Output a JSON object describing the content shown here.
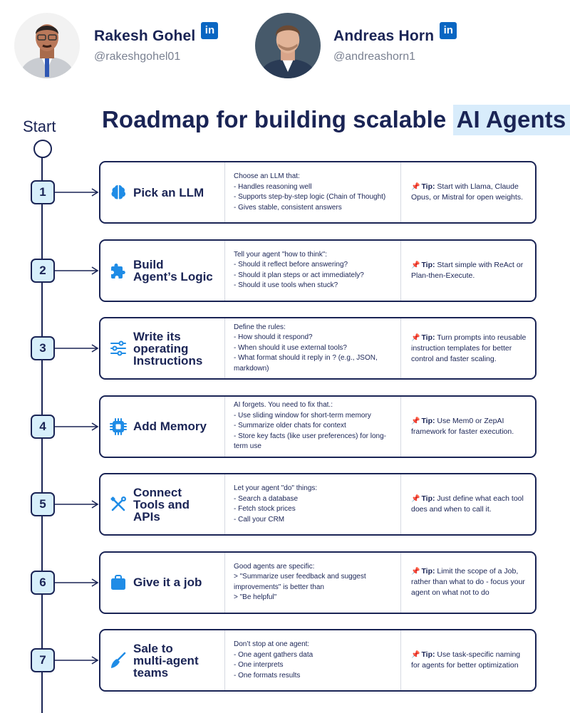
{
  "authors": [
    {
      "name": "Rakesh Gohel",
      "handle": "@rakeshgohel01",
      "badge": "in"
    },
    {
      "name": "Andreas Horn",
      "handle": "@andreashorn1",
      "badge": "in"
    }
  ],
  "title": {
    "prefix": "Roadmap for building scalable",
    "highlight": "AI Agents"
  },
  "start_label": "Start",
  "colors": {
    "primary": "#1a2455",
    "accent_blue": "#1f8ce6",
    "highlight": "#d8ecfb",
    "step_fill": "#d7effb",
    "linkedin": "#0a66c2"
  },
  "steps": [
    {
      "num": "1",
      "icon": "brain-icon",
      "title_lines": [
        "Pick  an LLM"
      ],
      "lines": [
        "Choose an LLM that:",
        "- Handles reasoning well",
        "- Supports step-by-step logic (Chain of Thought)",
        "- Gives stable, consistent answers"
      ],
      "tip_label": "Tip:",
      "tip": "Start with Llama, Claude Opus, or Mistral for open weights."
    },
    {
      "num": "2",
      "icon": "puzzle-icon",
      "title_lines": [
        "Build",
        "Agent’s Logic"
      ],
      "lines": [
        "Tell your agent \"how to think\":",
        "- Should it reflect before answering?",
        "- Should it plan steps or act immediately?",
        "- Should it use tools when stuck?"
      ],
      "tip_label": "Tip:",
      "tip": "Start simple with ReAct or Plan-then-Execute."
    },
    {
      "num": "3",
      "icon": "sliders-icon",
      "title_lines": [
        "Write its",
        "operating",
        "Instructions"
      ],
      "lines": [
        "Define the rules:",
        "- How should it respond?",
        "- When should it use external tools?",
        "- What format should it reply in ? (e.g., JSON, markdown)"
      ],
      "tip_label": "Tip:",
      "tip": "Turn prompts into reusable instruction templates for better control and faster scaling."
    },
    {
      "num": "4",
      "icon": "chip-icon",
      "title_lines": [
        "Add Memory"
      ],
      "lines": [
        "AI forgets. You need to fix that.:",
        "- Use sliding window for short-term memory",
        "- Summarize older chats for context",
        "- Store key facts (like user preferences) for long-term use"
      ],
      "tip_label": "Tip:",
      "tip": "Use Mem0 or ZepAI framework for faster execution."
    },
    {
      "num": "5",
      "icon": "tools-icon",
      "title_lines": [
        "Connect",
        "Tools and",
        "APIs"
      ],
      "lines": [
        "Let your agent \"do\" things:",
        "- Search a database",
        "- Fetch stock prices",
        "- Call your CRM"
      ],
      "tip_label": "Tip:",
      "tip": "Just define what each tool does and when to call it."
    },
    {
      "num": "6",
      "icon": "briefcase-icon",
      "title_lines": [
        "Give it a job"
      ],
      "lines": [
        "Good agents are specific:",
        "> \"Summarize user feedback and suggest improvements\"  is better than",
        "> \"Be helpful\""
      ],
      "tip_label": "Tip:",
      "tip": "Limit the scope of a Job, rather than what to do - focus your agent on what not to do"
    },
    {
      "num": "7",
      "icon": "broom-icon",
      "title_lines": [
        "Sale to",
        "multi-agent",
        "teams"
      ],
      "lines": [
        "Don’t stop at one agent:",
        "- One agent gathers data",
        "- One interprets",
        "- One formats results"
      ],
      "tip_label": "Tip:",
      "tip": "Use task-specific naming for agents for better optimization"
    }
  ]
}
